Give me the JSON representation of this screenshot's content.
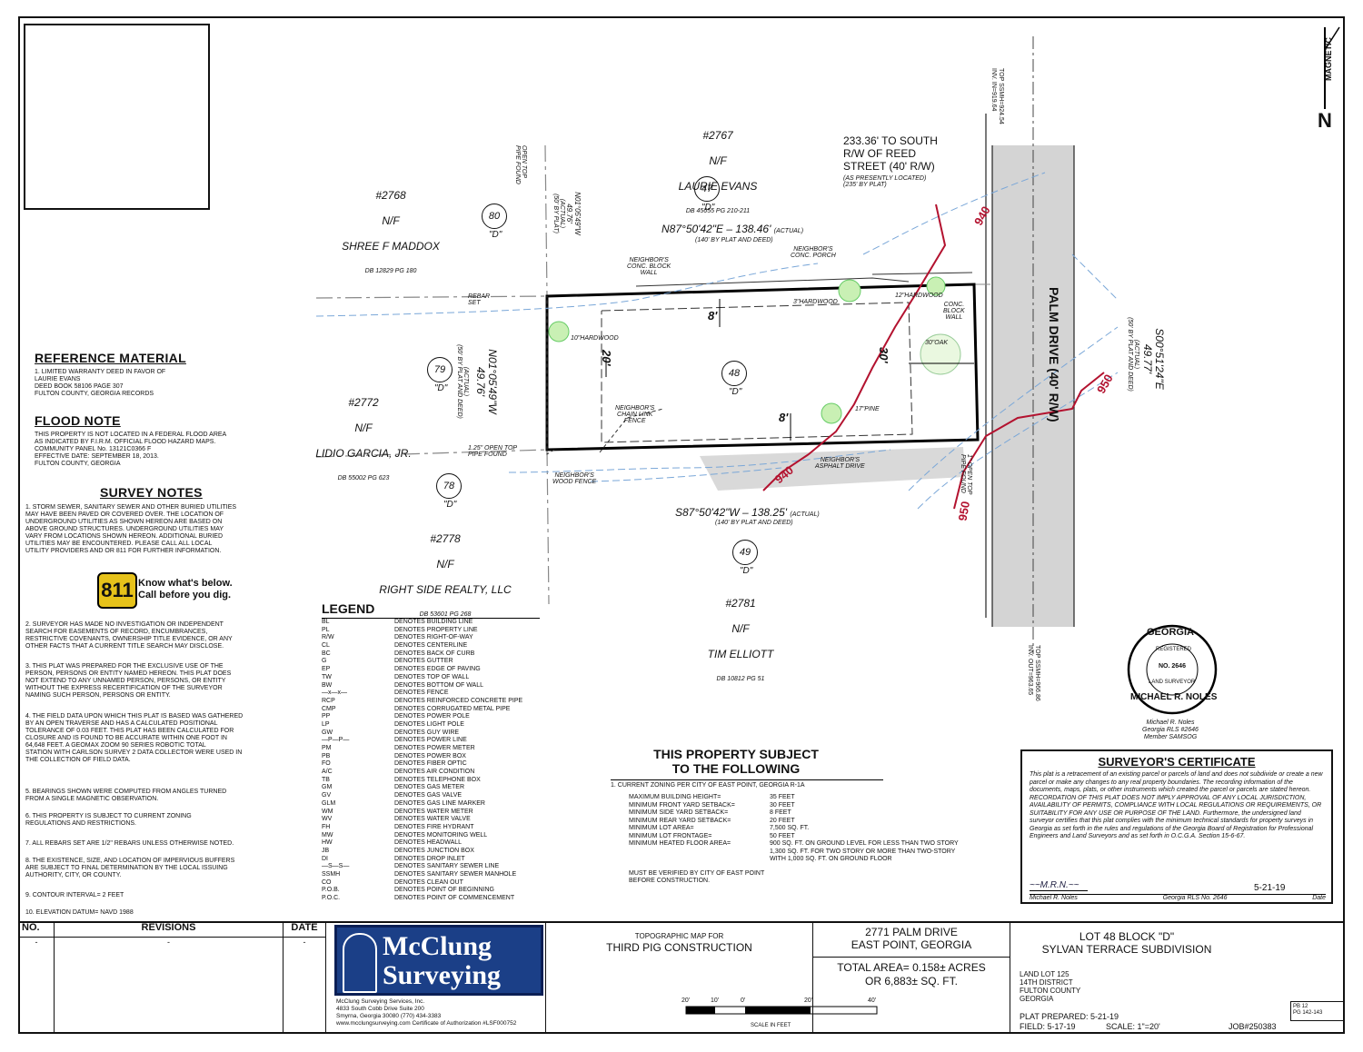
{
  "north_arrow": {
    "label": "MAGNETIC",
    "letter": "N"
  },
  "top_label": "TOP SSMH=924.54\nINV. IN=919.64",
  "bottom_label": "TOP SSMH=966.86\nINV. OUT=963.65",
  "lots": {
    "north": {
      "number": "#2767",
      "nf": "N/F",
      "owner": "LAURIE EVANS",
      "deed": "DB 45655 PG 210-211",
      "circle": "47",
      "block": "\"D\""
    },
    "northwest": {
      "number": "#2768",
      "nf": "N/F",
      "owner": "SHREE F MADDOX",
      "deed": "DB 12829 PG 180",
      "circle": "80",
      "block": "\"D\""
    },
    "west": {
      "number": "#2772",
      "nf": "N/F",
      "owner": "LIDIO GARCIA, JR.",
      "deed": "DB 55002 PG 623",
      "circle": "79",
      "block": "\"D\""
    },
    "southwest": {
      "number": "#2778",
      "nf": "N/F",
      "owner": "RIGHT SIDE REALTY, LLC",
      "deed": "DB 53601 PG 268",
      "circle": "78",
      "block": "\"D\""
    },
    "south": {
      "number": "#2781",
      "nf": "N/F",
      "owner": "TIM ELLIOTT",
      "deed": "DB 10812 PG 51",
      "circle": "49",
      "block": "\"D\""
    },
    "subject": {
      "circle": "48",
      "block": "\"D\""
    }
  },
  "bearings": {
    "north": "N87°50'42\"E – 138.46'",
    "north_note": "(ACTUAL)",
    "north_plat": "(140' BY PLAT AND DEED)",
    "south": "S87°50'42\"W – 138.25'",
    "south_note": "(ACTUAL)",
    "south_plat": "(140' BY PLAT AND DEED)",
    "west": "N01°05'49\"W\n49.76'",
    "west_note": "(ACTUAL)\n(50' BY PLAT AND DEED)",
    "east": "S00°51'24\"E\n49.77'",
    "east_note": "(ACTUAL)\n(50' BY PLAT AND DEED)",
    "nw_upper": "N01°05'49\"W\n49.76'",
    "nw_upper_note": "(ACTUAL)\n(50' BY PLAT)"
  },
  "reed_street": "233.36' TO SOUTH\nR/W OF REED\nSTREET (40' R/W)",
  "reed_note": "(AS PRESENTLY LOCATED)\n(235' BY PLAT)",
  "palm_drive": "PALM DRIVE (40' R/W)",
  "setbacks": {
    "front": "30'",
    "side_n": "8'",
    "side_s": "8'",
    "rear": "20'"
  },
  "features": {
    "n_wall": "NEIGHBOR'S\nCONC. BLOCK\nWALL",
    "n_porch": "NEIGHBOR'S\nCONC. PORCH",
    "hardwood3": "3\"HARDWOOD",
    "hardwood10": "10\"HARDWOOD",
    "hardwood12": "12\"HARDWOOD",
    "conc_wall": "CONC.\nBLOCK\nWALL",
    "oak": "30\"OAK",
    "pine": "17\"PINE",
    "chain_fence": "NEIGHBOR'S\nCHAIN LINK\nFENCE",
    "asphalt": "NEIGHBOR'S\nASPHALT DRIVE",
    "wood_fence": "NEIGHBOR'S\nWOOD FENCE",
    "rebar": "REBAR\nSET",
    "open_top_w": "1.25\" OPEN TOP\nPIPE FOUND",
    "open_top_nw": "OPEN TOP\nPIPE FOUND",
    "open_top_se": "1\" OPEN TOP\nPIPE FOUND"
  },
  "contours": [
    "940",
    "950",
    "940",
    "950"
  ],
  "reference": {
    "title": "REFERENCE MATERIAL",
    "body": "1. LIMITED WARRANTY DEED IN FAVOR OF\n    LAURIE EVANS\n    DEED BOOK 58106 PAGE 307\n    FULTON COUNTY, GEORGIA RECORDS"
  },
  "flood": {
    "title": "FLOOD NOTE",
    "body": "THIS PROPERTY IS NOT LOCATED IN A FEDERAL FLOOD AREA\nAS INDICATED BY F.I.R.M. OFFICIAL FLOOD HAZARD MAPS.\nCOMMUNITY PANEL No. 13121C0366 F\nEFFECTIVE DATE: SEPTEMBER 18, 2013.\nFULTON COUNTY, GEORGIA"
  },
  "survey_notes": {
    "title": "SURVEY NOTES",
    "note1": "1. STORM SEWER, SANITARY SEWER AND OTHER BURIED UTILITIES\n   MAY HAVE BEEN PAVED OR COVERED OVER. THE LOCATION OF\n   UNDERGROUND UTILITIES AS SHOWN HEREON ARE BASED ON\n   ABOVE GROUND STRUCTURES. UNDERGROUND UTILITIES MAY\n   VARY FROM LOCATIONS SHOWN HEREON. ADDITIONAL BURIED\n   UTILITIES MAY BE ENCOUNTERED. PLEASE CALL ALL LOCAL\n   UTILITY PROVIDERS AND OR 811 FOR FURTHER INFORMATION.",
    "badge_811": "811",
    "badge_text": "Know what's below.\nCall before you dig.",
    "note2": "2. SURVEYOR HAS MADE NO INVESTIGATION OR INDEPENDENT\n   SEARCH FOR EASEMENTS OF RECORD, ENCUMBRANCES,\n   RESTRICTIVE COVENANTS, OWNERSHIP TITLE EVIDENCE, OR ANY\n   OTHER FACTS THAT A CURRENT TITLE SEARCH MAY DISCLOSE.",
    "note3": "3. THIS PLAT WAS PREPARED FOR THE EXCLUSIVE USE OF THE\n   PERSON, PERSONS OR ENTITY NAMED HEREON. THIS PLAT DOES\n   NOT EXTEND TO ANY UNNAMED PERSON, PERSONS, OR ENTITY\n   WITHOUT THE EXPRESS RECERTIFICATION OF THE SURVEYOR\n   NAMING SUCH PERSON, PERSONS OR ENTITY.",
    "note4": "4. THE FIELD DATA UPON WHICH THIS PLAT IS BASED WAS GATHERED\n   BY AN OPEN TRAVERSE AND HAS A CALCULATED POSITIONAL\n   TOLERANCE OF 0.03 FEET. THIS PLAT HAS BEEN CALCULATED FOR\n   CLOSURE AND IS FOUND TO BE ACCURATE WITHIN ONE FOOT IN\n   64,648 FEET. A GEOMAX ZOOM 90 SERIES ROBOTIC TOTAL\n   STATION WITH CARLSON SURVEY 2 DATA COLLECTOR WERE USED IN\n   THE COLLECTION OF FIELD DATA.",
    "note5": "5. BEARINGS SHOWN WERE COMPUTED FROM ANGLES TURNED\n   FROM A SINGLE MAGNETIC OBSERVATION.",
    "note6": "6. THIS PROPERTY IS SUBJECT TO CURRENT ZONING\n   REGULATIONS AND RESTRICTIONS.",
    "note7": "7. ALL REBARS SET ARE 1/2\" REBARS UNLESS OTHERWISE NOTED.",
    "note8": "8. THE EXISTENCE, SIZE, AND LOCATION OF IMPERVIOUS BUFFERS\n   ARE SUBJECT TO FINAL DETERMINATION BY THE LOCAL ISSUING\n   AUTHORITY, CITY, OR COUNTY.",
    "note9": "9. CONTOUR INTERVAL= 2 FEET",
    "note10": "10. ELEVATION DATUM= NAVD 1988"
  },
  "legend": {
    "title": "LEGEND",
    "items": [
      {
        "sym": "BL",
        "desc": "DENOTES BUILDING LINE"
      },
      {
        "sym": "PL",
        "desc": "DENOTES PROPERTY LINE"
      },
      {
        "sym": "R/W",
        "desc": "DENOTES RIGHT-OF-WAY"
      },
      {
        "sym": "CL",
        "desc": "DENOTES CENTERLINE"
      },
      {
        "sym": "BC",
        "desc": "DENOTES BACK OF CURB"
      },
      {
        "sym": "G",
        "desc": "DENOTES GUTTER"
      },
      {
        "sym": "EP",
        "desc": "DENOTES EDGE OF PAVING"
      },
      {
        "sym": "TW",
        "desc": "DENOTES TOP OF WALL"
      },
      {
        "sym": "BW",
        "desc": "DENOTES BOTTOM OF WALL"
      },
      {
        "sym": "—x—x—",
        "desc": "DENOTES FENCE"
      },
      {
        "sym": "RCP",
        "desc": "DENOTES REINFORCED CONCRETE PIPE"
      },
      {
        "sym": "CMP",
        "desc": "DENOTES CORRUGATED METAL PIPE"
      },
      {
        "sym": "PP",
        "desc": "DENOTES POWER POLE"
      },
      {
        "sym": "LP",
        "desc": "DENOTES LIGHT POLE"
      },
      {
        "sym": "GW",
        "desc": "DENOTES GUY WIRE"
      },
      {
        "sym": "—P—P—",
        "desc": "DENOTES POWER LINE"
      },
      {
        "sym": "PM",
        "desc": "DENOTES POWER METER"
      },
      {
        "sym": "PB",
        "desc": "DENOTES POWER BOX"
      },
      {
        "sym": "FO",
        "desc": "DENOTES FIBER OPTIC"
      },
      {
        "sym": "A/C",
        "desc": "DENOTES AIR CONDITION"
      },
      {
        "sym": "TB",
        "desc": "DENOTES TELEPHONE BOX"
      },
      {
        "sym": "GM",
        "desc": "DENOTES GAS METER"
      },
      {
        "sym": "GV",
        "desc": "DENOTES GAS VALVE"
      },
      {
        "sym": "GLM",
        "desc": "DENOTES GAS LINE MARKER"
      },
      {
        "sym": "WM",
        "desc": "DENOTES WATER METER"
      },
      {
        "sym": "WV",
        "desc": "DENOTES WATER VALVE"
      },
      {
        "sym": "FH",
        "desc": "DENOTES FIRE HYDRANT"
      },
      {
        "sym": "MW",
        "desc": "DENOTES MONITORING WELL"
      },
      {
        "sym": "HW",
        "desc": "DENOTES HEADWALL"
      },
      {
        "sym": "JB",
        "desc": "DENOTES JUNCTION BOX"
      },
      {
        "sym": "DI",
        "desc": "DENOTES DROP INLET"
      },
      {
        "sym": "—S—S—",
        "desc": "DENOTES SANITARY SEWER LINE"
      },
      {
        "sym": "SSMH",
        "desc": "DENOTES SANITARY SEWER MANHOLE"
      },
      {
        "sym": "CO",
        "desc": "DENOTES CLEAN OUT"
      },
      {
        "sym": "P.O.B.",
        "desc": "DENOTES POINT OF BEGINNING"
      },
      {
        "sym": "P.O.C.",
        "desc": "DENOTES POINT OF COMMENCEMENT"
      }
    ]
  },
  "subject_to": {
    "title": "THIS PROPERTY SUBJECT\nTO THE FOLLOWING",
    "zoning": "1. CURRENT ZONING PER CITY OF EAST POINT, GEORGIA R-1A",
    "rows": [
      {
        "k": "MAXIMUM BUILDING HEIGHT=",
        "v": "35 FEET"
      },
      {
        "k": "MINIMUM FRONT YARD SETBACK=",
        "v": "30 FEET"
      },
      {
        "k": "MINIMUM SIDE YARD SETBACK=",
        "v": "8 FEET"
      },
      {
        "k": "MINIMUM REAR YARD SETBACK=",
        "v": "20 FEET"
      },
      {
        "k": "MINIMUM LOT AREA=",
        "v": "7,500 SQ. FT."
      },
      {
        "k": "MINIMUM LOT FRONTAGE=",
        "v": "50 FEET"
      },
      {
        "k": "MINIMUM HEATED FLOOR AREA=",
        "v": "900 SQ. FT. ON GROUND LEVEL FOR LESS THAN TWO STORY\n1,300 SQ. FT. FOR TWO STORY OR MORE THAN TWO-STORY\nWITH 1,000 SQ. FT. ON GROUND FLOOR"
      }
    ],
    "verify": "MUST BE VERIFIED BY CITY OF EAST POINT\nBEFORE CONSTRUCTION."
  },
  "seal": {
    "state": "GEORGIA",
    "reg": "REGISTERED",
    "no": "NO. 2646",
    "name": "MICHAEL R. NOLES",
    "sub": "LAND SURVEYOR"
  },
  "seal_caption": "Michael R. Noles\nGeorgia RLS #2646\nMember SAMSOG",
  "certificate": {
    "title": "SURVEYOR'S CERTIFICATE",
    "body": "This plat is a retracement of an existing parcel or parcels of land and does not subdivide or create a new parcel or make any changes to any real property boundaries. The recording information of the documents, maps, plats, or other instruments which created the parcel or parcels are stated hereon. RECORDATION OF THIS PLAT DOES NOT IMPLY APPROVAL OF ANY LOCAL JURISDICTION, AVAILABILITY OF PERMITS, COMPLIANCE WITH LOCAL REGULATIONS OR REQUIREMENTS, OR SUITABILITY FOR ANY USE OR PURPOSE OF THE LAND. Furthermore, the undersigned land surveyor certifies that this plat complies with the minimum technical standards for property surveys in Georgia as set forth in the rules and regulations of the Georgia Board of Registration for Professional Engineers and Land Surveyors and as set forth in O.C.G.A. Section 15-6-67.",
    "date": "5-21-19",
    "sig_name": "Michael R. Noles",
    "sig_rls": "Georgia RLS No. 2646",
    "sig_date": "Date"
  },
  "title_block": {
    "no_header": "NO.",
    "rev_header": "REVISIONS",
    "date_header": "DATE",
    "no_val": "-",
    "rev_val": "-",
    "date_val": "-",
    "company_top": "McClung",
    "company_bottom": "Surveying",
    "company_info": "McClung Surveying Services, Inc.\n4833 South Cobb Drive Suite 200\nSmyrna, Georgia 30080 (770) 434-3383\nwww.mcclungsurveying.com Certificate of Authorization #LSF000752",
    "map_for": "TOPOGRAPHIC MAP FOR",
    "client": "THIRD PIG CONSTRUCTION",
    "address1": "2771 PALM DRIVE",
    "address2": "EAST POINT, GEORGIA",
    "area1": "TOTAL AREA= 0.158± ACRES",
    "area2": "OR 6,883± SQ. FT.",
    "lot": "LOT 48 BLOCK \"D\"",
    "subdivision": "SYLVAN TERRACE SUBDIVISION",
    "land_lot": "LAND LOT 125\n14TH DISTRICT\nFULTON COUNTY\nGEORGIA",
    "prepared": "PLAT PREPARED: 5-21-19",
    "field": "FIELD: 5-17-19",
    "scale": "SCALE: 1\"=20'",
    "job": "JOB#250383",
    "pb": "PB 12\nPG 142-143",
    "scale_ticks": [
      "20'",
      "10'",
      "0'",
      "20'",
      "40'"
    ],
    "scale_label": "SCALE IN FEET"
  }
}
